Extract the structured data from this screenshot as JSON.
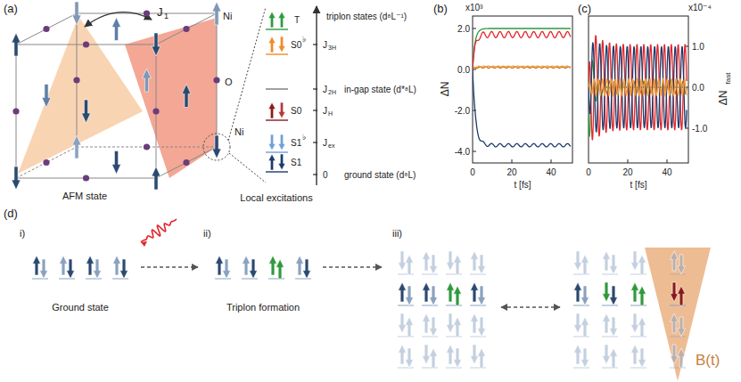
{
  "diagram": {
    "labels": [
      "(a)",
      "J",
      "1",
      "Ni",
      "O",
      "Ni",
      "T",
      "triplon states (d⁸L⁻¹)",
      "S0",
      "♭",
      "J",
      "3H",
      "J",
      "2H",
      "in-gap state (d*⁸L)",
      "S0",
      "J",
      "H",
      "S1",
      "♭",
      "J",
      "ex",
      "S1",
      "0",
      "ground state (d⁸L)",
      "(b)",
      "x10³",
      "2.0",
      "0.0",
      "-2.0",
      "-4.0",
      "ΔN",
      "0",
      "20",
      "40",
      "t [fs]",
      "(c)",
      "x10⁻⁴",
      "1.0",
      "0.0",
      "-1.0",
      "ΔN",
      "fast",
      "0",
      "20",
      "40",
      "t [fs]",
      "AFM state",
      "Local excitations",
      "(d)",
      "i)",
      "ii)",
      "iii)",
      "Ground state",
      "Triplon formation",
      "B(t)"
    ]
  }
}
